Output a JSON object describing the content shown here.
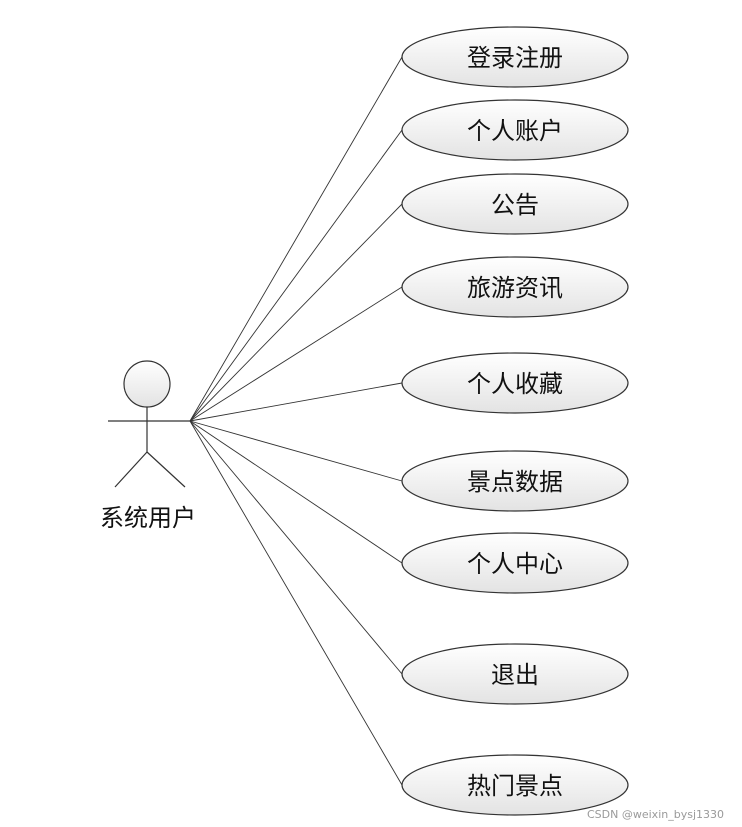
{
  "diagram": {
    "type": "use-case",
    "actor": {
      "label": "系统用户"
    },
    "use_cases": [
      {
        "label": "登录注册"
      },
      {
        "label": "个人账户"
      },
      {
        "label": "公告"
      },
      {
        "label": "旅游资讯"
      },
      {
        "label": "个人收藏"
      },
      {
        "label": "景点数据"
      },
      {
        "label": "个人中心"
      },
      {
        "label": "退出"
      },
      {
        "label": "热门景点"
      }
    ],
    "colors": {
      "ellipse_fill_top": "#ffffff",
      "ellipse_fill_bottom": "#e3e3e3",
      "stroke": "#333333"
    }
  },
  "watermark": "CSDN @weixin_bysj1330"
}
